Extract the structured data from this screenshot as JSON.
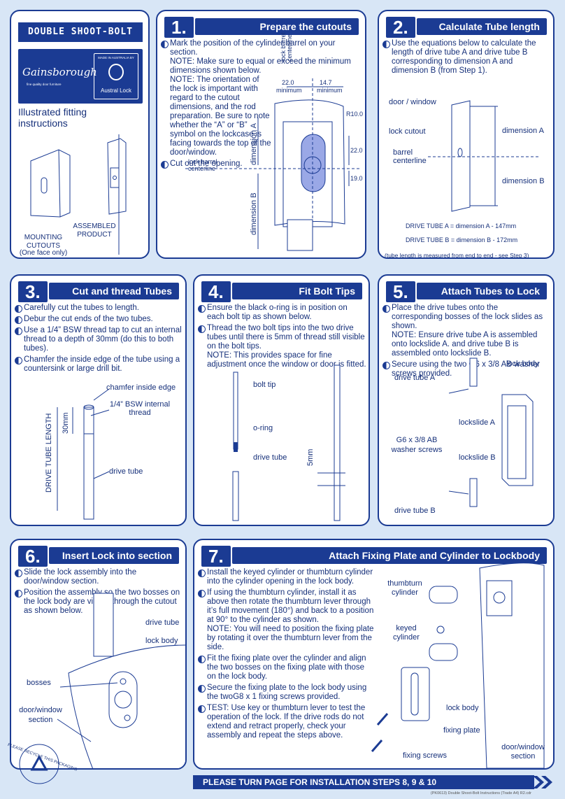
{
  "brand": {
    "product_title": "DOUBLE SHOOT-BOLT",
    "logo_script": "Gainsborough",
    "logo_tagline": "fine quality door furniture",
    "made_in": "MADE IN AUSTRALIA BY",
    "austral": "Austral Lock",
    "subtitle": "Illustrated fitting instructions",
    "label_mounting": "MOUNTING CUTOUTS",
    "label_one_face": "(One face only)",
    "label_assembled": "ASSEMBLED PRODUCT"
  },
  "step1": {
    "num": "1.",
    "title": "Prepare the cutouts",
    "b1": "Mark the position of the cylinder barrel on your section.",
    "note1": "NOTE: Make sure to equal or exceed the minimum dimensions shown below.",
    "note2": "NOTE: The orientation of the lock is important with regard to the cutout dimensions, and the rod preparation. Be sure to note whether the “A” or “B” symbol on the lockcase is facing towards the top of the door/window.",
    "b2": "Cut out the opening.",
    "dim1": "22.0",
    "dim1b": "minimum",
    "dim2": "14.7",
    "dim2b": "minimum",
    "lock_barrel_centerline_v": "lock barrel centerline",
    "r10": "R10.0",
    "d22": "22.0",
    "d19": "19.0",
    "dim_a": "dimension A",
    "dim_b": "dimension B",
    "lock_barrel_centerline_h": "lock barrel centerline"
  },
  "step2": {
    "num": "2.",
    "title": "Calculate Tube length",
    "b1": "Use the equations below to calculate the length of drive tube A and drive tube B corresponding to dimension A and dimension B (from Step 1).",
    "door_window": "door / window",
    "lock_cutout": "lock cutout",
    "barrel_centerline": "barrel centerline",
    "dimension_a": "dimension A",
    "dimension_b": "dimension B",
    "eq_a": "DRIVE TUBE A = dimension A - 147mm",
    "eq_b": "DRIVE TUBE B = dimension B - 172mm",
    "note": "(tube length is measured from end to end - see Step 3)"
  },
  "step3": {
    "num": "3.",
    "title": "Cut and thread Tubes",
    "b1": "Carefully cut the tubes to length.",
    "b2": "Debur the cut ends of the two tubes.",
    "b3": "Use a 1/4” BSW thread tap to cut an internal thread to a depth of 30mm (do this to both tubes).",
    "b4": "Chamfer the inside edge of the tube using a countersink or large drill bit.",
    "chamfer": "chamfer inside edge",
    "thread": "1/4” BSW internal thread",
    "mm30": "30mm",
    "drive_tube": "drive tube",
    "drive_tube_length": "DRIVE TUBE LENGTH"
  },
  "step4": {
    "num": "4.",
    "title": "Fit Bolt Tips",
    "b1": "Ensure the black o-ring is in position on each bolt tip as shown below.",
    "b2": "Thread the two bolt tips into the two drive tubes until there is 5mm of thread still visible on the bolt tips.",
    "note": "NOTE: This provides space for fine adjustment once the window or door is fitted.",
    "bolt_tip": "bolt tip",
    "o_ring": "o-ring",
    "drive_tube": "drive tube",
    "mm5": "5mm"
  },
  "step5": {
    "num": "5.",
    "title": "Attach Tubes to Lock",
    "b1": "Place the drive tubes onto the corresponding bosses of the lock slides as shown.",
    "note": "NOTE: Ensure drive tube A is assembled onto lockslide A. and drive tube B is assembled onto lockslide B.",
    "b2": "Secure using the two G6 x 3/8 AB washer screws provided.",
    "drive_tube_a": "drive tube A",
    "lock_body": "lock body",
    "lockslide_a": "lockslide A",
    "screws": "G6 x 3/8 AB washer screws",
    "lockslide_b": "lockslide B",
    "drive_tube_b": "drive tube B"
  },
  "step6": {
    "num": "6.",
    "title": "Insert Lock into section",
    "b1": "Slide the lock assembly into the door/window section.",
    "b2": "Position the assembly so the two bosses on the lock body are visible through the cutout as shown below.",
    "drive_tube": "drive tube",
    "lock_body": "lock body",
    "bosses": "bosses",
    "door_window_section": "door/window section"
  },
  "step7": {
    "num": "7.",
    "title": "Attach Fixing Plate and Cylinder to Lockbody",
    "b1": "Install the keyed cylinder or thumbturn cylinder into the cylinder opening in the lock body.",
    "b2": "If using the thumbturn cylinder, install it as above then rotate the thumbturn lever through it’s full movement (180°) and back to a position at 90° to the cylinder as shown.",
    "note": "NOTE: You will need to position the fixing plate by rotating it over the thumbturn lever from the side.",
    "b3": "Fit the fixing plate over the cylinder and align the two bosses on the fixing plate with those on the lock body.",
    "b4": "Secure the fixing plate to the lock body using the twoG8 x 1 fixing screws provided.",
    "b5": "TEST: Use key or thumbturn lever to test the operation of the lock. If the drive rods do not extend and retract properly, check your assembly and repeat the steps above.",
    "thumbturn": "thumbturn cylinder",
    "keyed": "keyed cylinder",
    "lock_body": "lock body",
    "fixing_plate": "fixing plate",
    "fixing_screws": "fixing screws",
    "door_window_section": "door/window section"
  },
  "footer": {
    "text": "PLEASE TURN PAGE FOR INSTALLATION STEPS 8, 9 & 10",
    "recycle": "PLEASE RECYCLE THIS PACKAGING",
    "smallprint": "(PK0613) Double Shoot-Bolt Instructions (Trade A4) R2.cdr"
  },
  "colors": {
    "navy": "#1b3b93",
    "bg": "#d8e6f6",
    "highlight": "#9aa8e6"
  }
}
